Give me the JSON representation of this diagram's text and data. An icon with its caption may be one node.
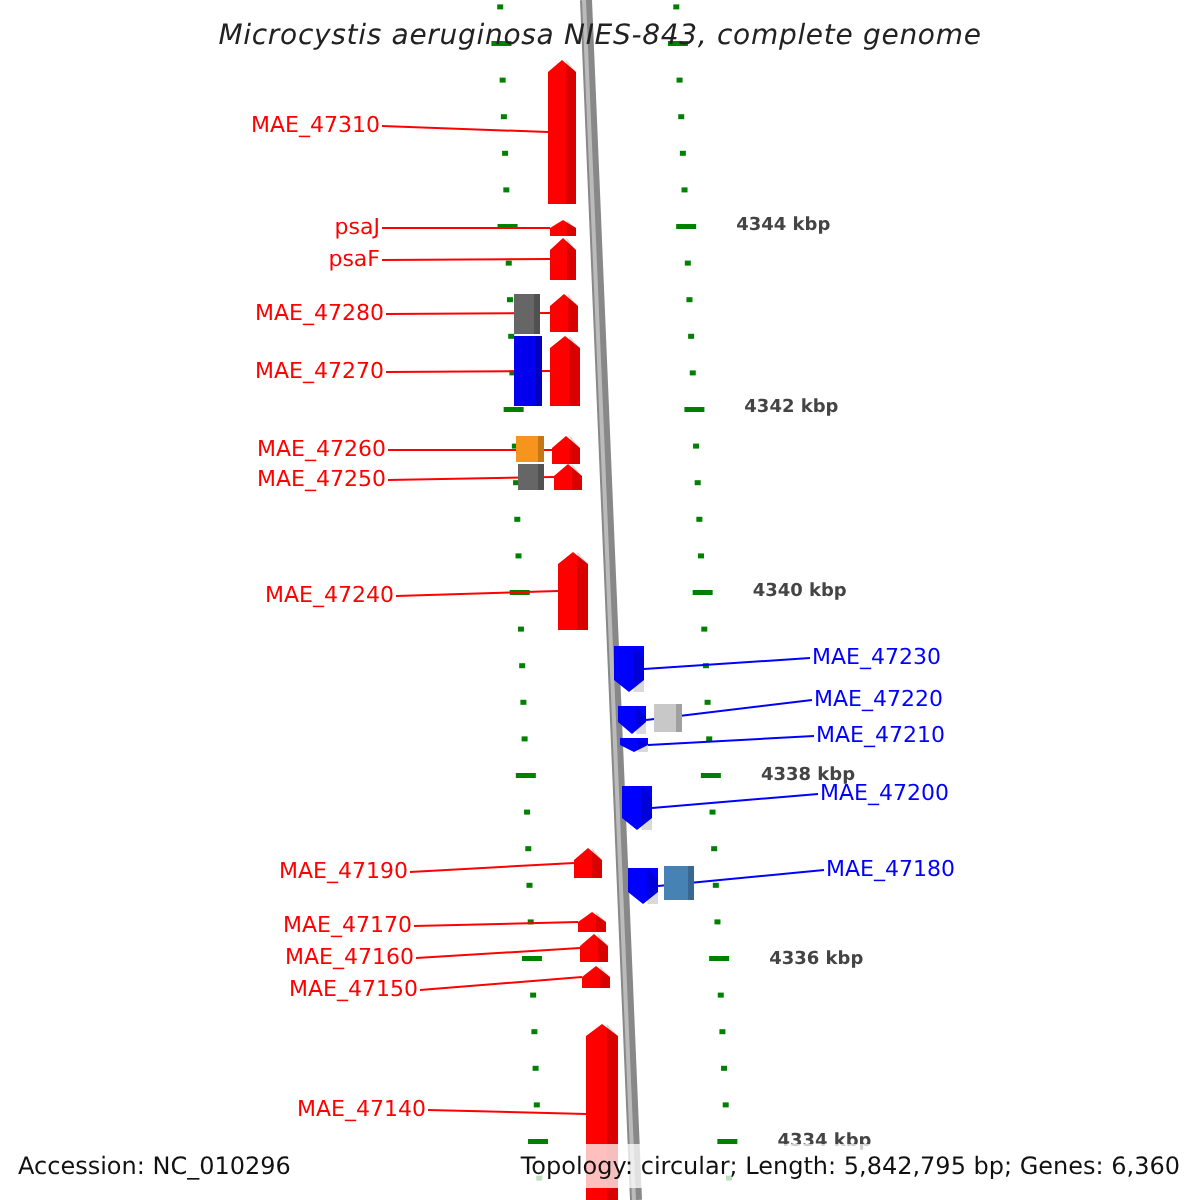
{
  "diagram": {
    "title": "Microcystis aeruginosa NIES-843, complete genome",
    "nodes": [
      {
        "text": [
          "MAE_47310"
        ]
      },
      {
        "text": [],
        "shape": "arrow"
      },
      {
        "text": [
          "psaJ"
        ]
      },
      {
        "text": [],
        "shape": "arrow"
      },
      {
        "text": [
          "psaF"
        ]
      },
      {
        "text": [],
        "shape": "arrow"
      },
      {
        "text": [
          "MAE_47280"
        ]
      },
      {
        "text": [],
        "shape": "box"
      },
      {
        "text": [],
        "shape": "arrow"
      },
      {
        "text": [
          "MAE_47270"
        ]
      },
      {
        "text": [],
        "shape": "box"
      },
      {
        "text": [],
        "shape": "arrow"
      },
      {
        "text": [
          "MAE_47260"
        ]
      },
      {
        "text": [],
        "shape": "box"
      },
      {
        "text": [],
        "shape": "arrow"
      },
      {
        "text": [
          "MAE_47250"
        ]
      },
      {
        "text": [],
        "shape": "box"
      },
      {
        "text": [],
        "shape": "arrow"
      },
      {
        "text": [
          "MAE_47240"
        ]
      },
      {
        "text": [],
        "shape": "arrow"
      },
      {
        "text": [],
        "shape": "arrow"
      },
      {
        "text": [
          "MAE_47230"
        ]
      },
      {
        "text": [],
        "shape": "arrow"
      },
      {
        "text": [],
        "shape": "box"
      },
      {
        "text": [
          "MAE_47220"
        ]
      },
      {
        "text": [],
        "shape": "arrow"
      },
      {
        "text": [
          "MAE_47210"
        ]
      },
      {
        "text": [],
        "shape": "arrow"
      },
      {
        "text": [
          "MAE_47200"
        ]
      },
      {
        "text": [
          "MAE_47190"
        ]
      },
      {
        "text": [],
        "shape": "arrow"
      },
      {
        "text": [],
        "shape": "arrow"
      },
      {
        "text": [],
        "shape": "box"
      },
      {
        "text": [
          "MAE_47180"
        ]
      },
      {
        "text": [
          "MAE_47170"
        ]
      },
      {
        "text": [],
        "shape": "arrow"
      },
      {
        "text": [
          "MAE_47160"
        ]
      },
      {
        "text": [],
        "shape": "arrow"
      },
      {
        "text": [
          "MAE_47150"
        ]
      },
      {
        "text": [],
        "shape": "arrow"
      },
      {
        "text": [
          "MAE_47140"
        ]
      },
      {
        "text": [],
        "shape": "arrow"
      }
    ],
    "edges": [
      {
        "from": 0,
        "to": 1,
        "arrow": "none"
      },
      {
        "from": 2,
        "to": 3,
        "arrow": "none"
      },
      {
        "from": 4,
        "to": 5,
        "arrow": "none"
      },
      {
        "from": 6,
        "to": 8,
        "arrow": "none"
      },
      {
        "from": 9,
        "to": 11,
        "arrow": "none"
      },
      {
        "from": 12,
        "to": 14,
        "arrow": "none"
      },
      {
        "from": 15,
        "to": 17,
        "arrow": "none"
      },
      {
        "from": 18,
        "to": 19,
        "arrow": "none"
      },
      {
        "from": 21,
        "to": 20,
        "arrow": "none",
        "color": "#0000ff"
      },
      {
        "from": 24,
        "to": 22,
        "arrow": "none",
        "color": "#0000ff"
      },
      {
        "from": 26,
        "to": 25,
        "arrow": "none",
        "color": "#0000ff"
      },
      {
        "from": 28,
        "to": 27,
        "arrow": "none",
        "color": "#0000ff"
      },
      {
        "from": 29,
        "to": 30,
        "arrow": "none"
      },
      {
        "from": 33,
        "to": 31,
        "arrow": "none",
        "color": "#0000ff"
      },
      {
        "from": 34,
        "to": 35,
        "arrow": "none"
      },
      {
        "from": 36,
        "to": 37,
        "arrow": "none"
      },
      {
        "from": 38,
        "to": 39,
        "arrow": "none"
      },
      {
        "from": 40,
        "to": 41,
        "arrow": "none"
      }
    ],
    "labels": [
      "4344 kbp",
      "4342 kbp",
      "4340 kbp",
      "4338 kbp",
      "4336 kbp",
      "4334 kbp",
      "Accession: NC_010296",
      "Topology: circular; Length: 5,842,795 bp; Genes: 6,360"
    ]
  }
}
